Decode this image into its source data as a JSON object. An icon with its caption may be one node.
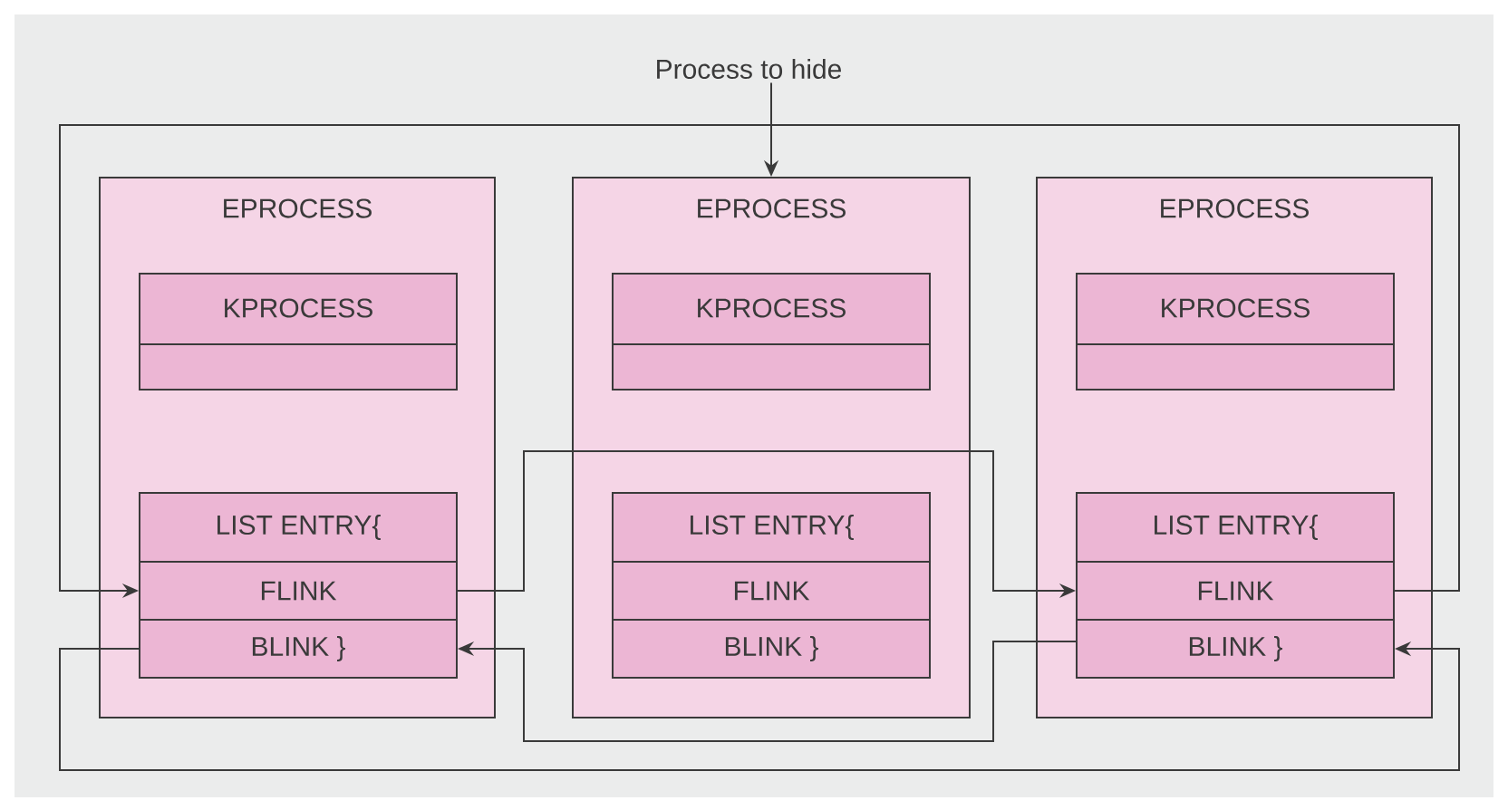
{
  "diagram": {
    "nodes": [
      {
        "text": [
          "Process to hide"
        ]
      },
      {
        "text": [
          "EPROCESS"
        ]
      },
      {
        "text": [
          "KPROCESS"
        ],
        "in": 1
      },
      {
        "text": [
          "LIST ENTRY{"
        ],
        "in": 1
      },
      {
        "text": [
          "FLINK"
        ],
        "in": 1
      },
      {
        "text": [
          "BLINK }"
        ],
        "in": 1
      },
      {
        "text": [
          "EPROCESS"
        ]
      },
      {
        "text": [
          "KPROCESS"
        ],
        "in": 6
      },
      {
        "text": [
          "LIST ENTRY{"
        ],
        "in": 6
      },
      {
        "text": [
          "FLINK"
        ],
        "in": 6
      },
      {
        "text": [
          "BLINK }"
        ],
        "in": 6
      },
      {
        "text": [
          "EPROCESS"
        ]
      },
      {
        "text": [
          "KPROCESS"
        ],
        "in": 11
      },
      {
        "text": [
          "LIST ENTRY{"
        ],
        "in": 11
      },
      {
        "text": [
          "FLINK"
        ],
        "in": 11
      },
      {
        "text": [
          "BLINK }"
        ],
        "in": 11
      }
    ],
    "edges": [
      {
        "from": 0,
        "to": 6,
        "arrow": "to"
      },
      {
        "from": 4,
        "to": 14,
        "arrow": "to"
      },
      {
        "from": 14,
        "to": 4,
        "arrow": "to"
      },
      {
        "from": 15,
        "to": 5,
        "arrow": "to"
      },
      {
        "from": 5,
        "to": 15,
        "arrow": "to"
      }
    ]
  }
}
